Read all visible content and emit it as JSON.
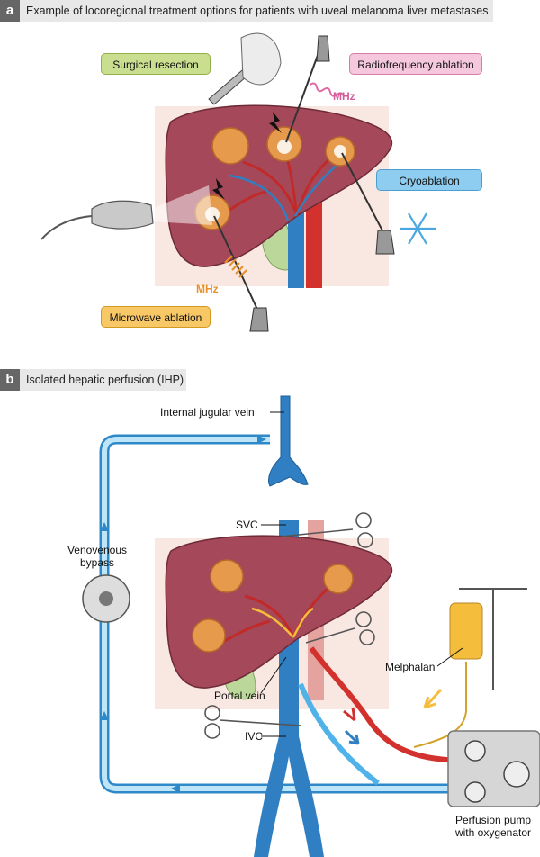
{
  "panel_a": {
    "letter": "a",
    "title": "Example of locoregional treatment options for patients with uveal melanoma liver metastases",
    "surgical_resection": "Surgical resection",
    "radiofrequency_ablation": "Radiofrequency ablation",
    "cryoablation": "Cryoablation",
    "microwave_ablation": "Microwave ablation",
    "mhz_rf": "MHz",
    "mhz_mw": "MHz"
  },
  "panel_b": {
    "letter": "b",
    "title": "Isolated hepatic perfusion (IHP)",
    "internal_jugular_vein": "Internal jugular vein",
    "venovenous_bypass": "Venovenous\nbypass",
    "svc": "SVC",
    "melphalan": "Melphalan",
    "portal_vein": "Portal vein",
    "ivc": "IVC",
    "perfusion_pump": "Perfusion pump\nwith oxygenator"
  },
  "colors": {
    "liver": "#a5495a",
    "tumor": "#e59a4c",
    "vein_blue": "#2f7fc2",
    "artery_red": "#d2312d",
    "bypass_blue": "#4fb2e8",
    "surgical_tag": "#c9df8f",
    "rf_tag": "#f5c8de",
    "cryo_tag": "#8fcdf0",
    "microwave_tag": "#f8c766",
    "melphalan_yellow": "#f4bd3b"
  }
}
